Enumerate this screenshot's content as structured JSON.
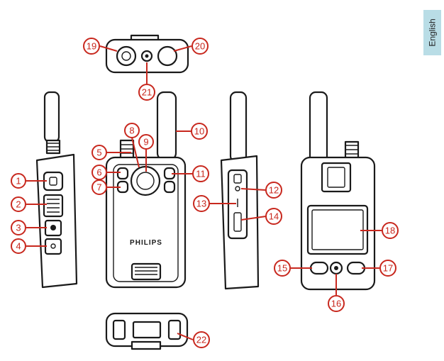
{
  "language_tab": "English",
  "brand_label": "PHILIPS",
  "callouts": [
    {
      "n": "1"
    },
    {
      "n": "2"
    },
    {
      "n": "3"
    },
    {
      "n": "4"
    },
    {
      "n": "5"
    },
    {
      "n": "6"
    },
    {
      "n": "7"
    },
    {
      "n": "8"
    },
    {
      "n": "9"
    },
    {
      "n": "10"
    },
    {
      "n": "11"
    },
    {
      "n": "12"
    },
    {
      "n": "13"
    },
    {
      "n": "14"
    },
    {
      "n": "15"
    },
    {
      "n": "16"
    },
    {
      "n": "17"
    },
    {
      "n": "18"
    },
    {
      "n": "19"
    },
    {
      "n": "20"
    },
    {
      "n": "21"
    },
    {
      "n": "22"
    }
  ]
}
